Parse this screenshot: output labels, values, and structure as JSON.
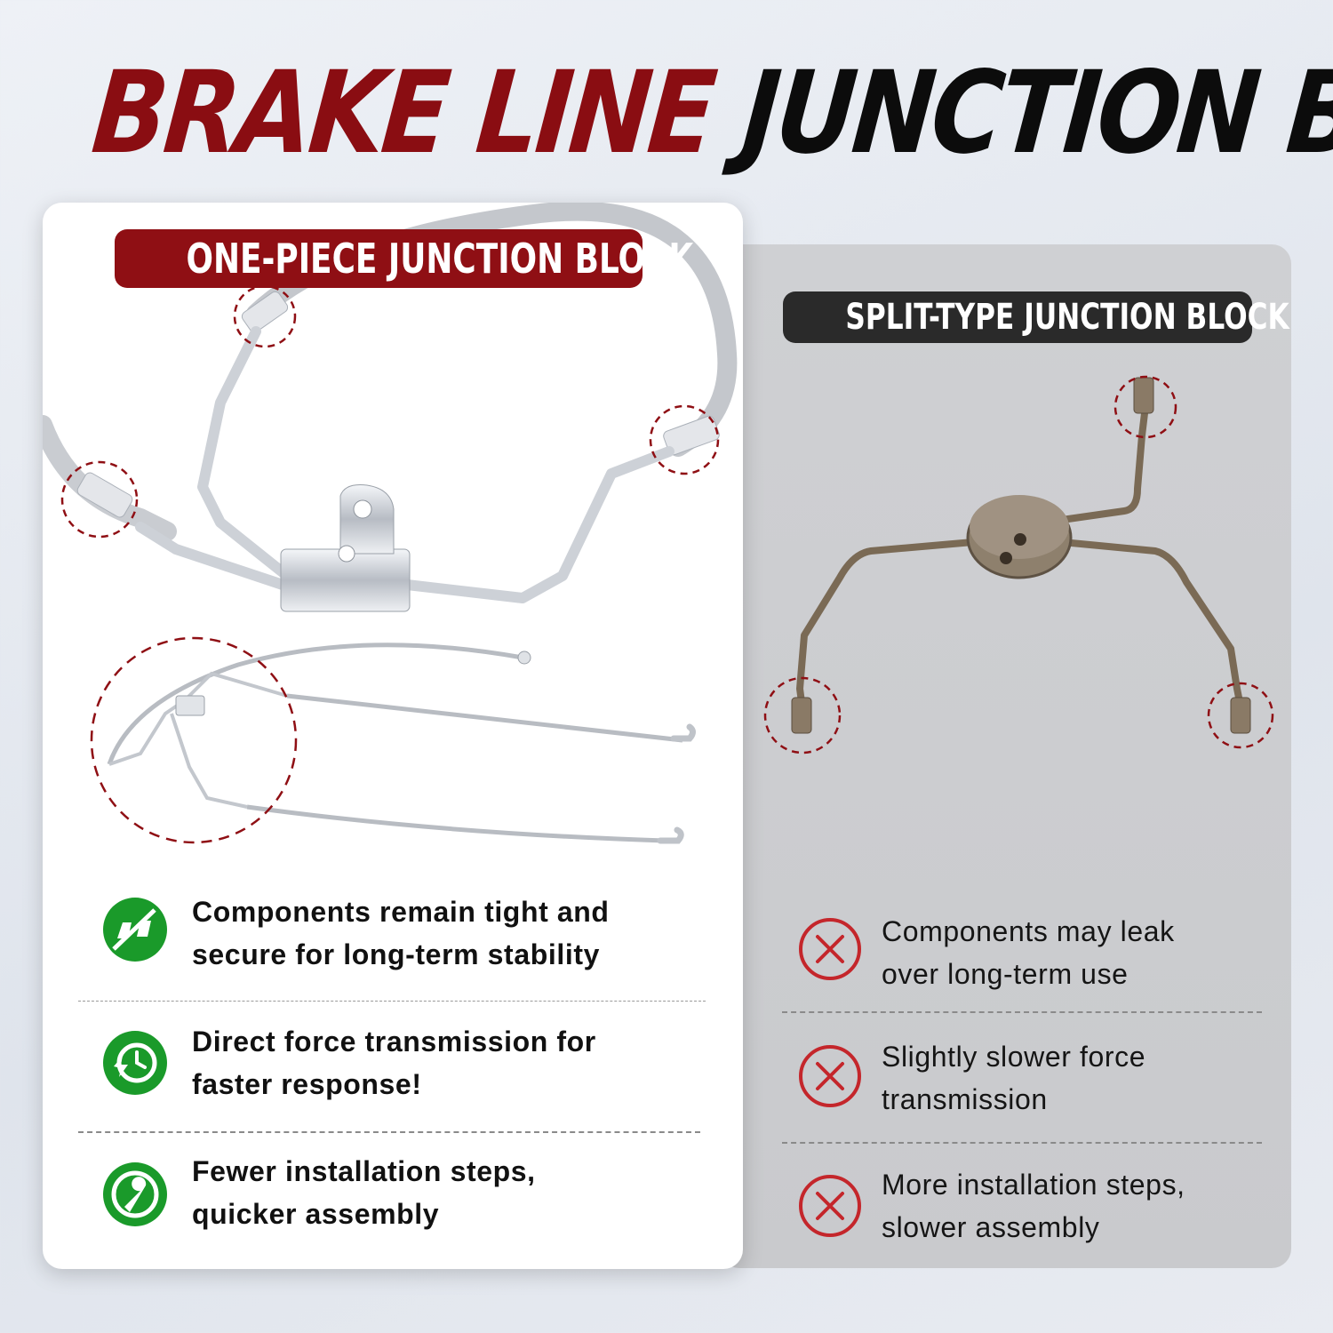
{
  "headline": {
    "part1": "BRAKE LINE",
    "part2": "JUNCTION BLOCK"
  },
  "colors": {
    "brand_red": "#8a0d12",
    "check_green": "#1a9a2a",
    "cross_red": "#c4262b",
    "chrome": "#d9dde3",
    "rust": "#7a6a55"
  },
  "left_panel": {
    "badge": "ONE-PIECE JUNCTION BLOCK",
    "features": [
      {
        "icon": "no-leak-check-icon",
        "line1": "Components remain tight and",
        "line2": "secure for long-term stability"
      },
      {
        "icon": "fast-response-clock-icon",
        "line1": "Direct force transmission for",
        "line2": "faster response!"
      },
      {
        "icon": "wrench-assembly-icon",
        "line1": "Fewer installation steps,",
        "line2": "quicker assembly"
      }
    ]
  },
  "right_panel": {
    "badge": "SPLIT-TYPE JUNCTION BLOCK",
    "features": [
      {
        "icon": "cross-circle-icon",
        "line1": "Components may leak",
        "line2": "over long-term use"
      },
      {
        "icon": "cross-circle-icon",
        "line1": "Slightly slower force",
        "line2": "transmission"
      },
      {
        "icon": "cross-circle-icon",
        "line1": "More installation steps,",
        "line2": "slower assembly"
      }
    ]
  }
}
